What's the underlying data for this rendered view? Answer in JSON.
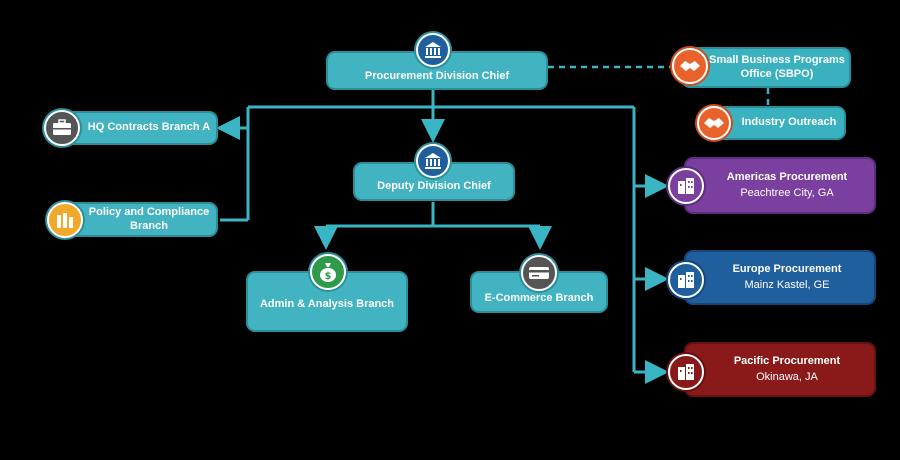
{
  "chief": {
    "label": "Procurement Division Chief",
    "icon": "bank-icon"
  },
  "deputy": {
    "label": "Deputy Division Chief",
    "icon": "bank-icon"
  },
  "hq": {
    "label": "HQ Contracts Branch A",
    "icon": "briefcase-icon"
  },
  "policy": {
    "label": "Policy and Compliance Branch",
    "icon": "document-stack-icon"
  },
  "admin": {
    "label": "Admin & Analysis Branch",
    "icon": "money-bag-icon"
  },
  "ecommerce": {
    "label": "E-Commerce Branch",
    "icon": "credit-card-icon"
  },
  "sbpo": {
    "label": "Small Business Programs Office (SBPO)",
    "icon": "handshake-icon"
  },
  "outreach": {
    "label": "Industry Outreach",
    "icon": "handshake-icon"
  },
  "americas": {
    "label": "Americas Procurement",
    "location": "Peachtree City, GA",
    "icon": "building-icon",
    "color": "#7b3fa0"
  },
  "europe": {
    "label": "Europe Procurement",
    "location": "Mainz Kastel, GE",
    "icon": "building-icon",
    "color": "#1f5f9e"
  },
  "pacific": {
    "label": "Pacific Procurement",
    "location": "Okinawa, JA",
    "icon": "building-icon",
    "color": "#8a1a1a"
  },
  "colors": {
    "teal": "#42b3c0",
    "line": "#3ab5c3",
    "orange": "#e9622b",
    "purple": "#7b3fa0",
    "blue": "#1f5f9e",
    "maroon": "#8a1a1a"
  }
}
